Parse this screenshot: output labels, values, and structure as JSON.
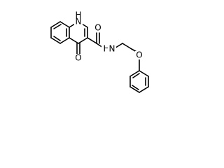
{
  "molecule": {
    "atoms": {
      "nh_ring": "H",
      "n_ring": "N",
      "o_ketone": "O",
      "o_amide": "O",
      "nh_amide": "N",
      "h_amide": "H",
      "o_ether": "O"
    }
  }
}
